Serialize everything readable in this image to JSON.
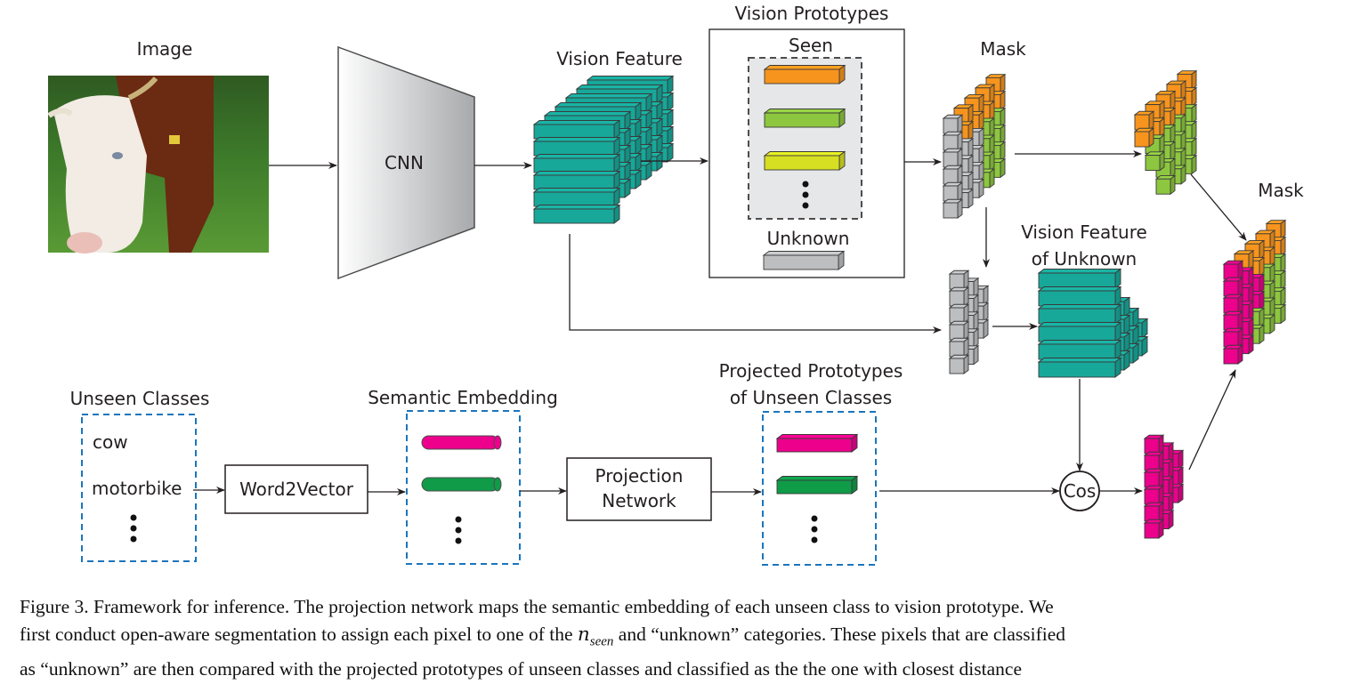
{
  "figure": {
    "labels": {
      "image": "Image",
      "cnn": "CNN",
      "vision_feature": "Vision Feature",
      "vision_prototypes": "Vision Prototypes",
      "seen": "Seen",
      "unknown": "Unknown",
      "mask_top": "Mask",
      "mask_final": "Mask",
      "vision_feature_unknown_1": "Vision Feature",
      "vision_feature_unknown_2": "of Unknown",
      "unseen_classes": "Unseen Classes",
      "semantic_embedding": "Semantic Embedding",
      "projected_prototypes_1": "Projected Prototypes",
      "projected_prototypes_2": "of Unseen Classes",
      "word2vector": "Word2Vector",
      "projection_network_1": "Projection",
      "projection_network_2": "Network",
      "cos": "Cos"
    },
    "unseen_class_items": [
      "cow",
      "motorbike"
    ],
    "colors": {
      "teal": "#17a89a",
      "orange": "#f7941d",
      "green": "#8dc63f",
      "yellow": "#d7df23",
      "gray": "#bcbec0",
      "magenta": "#ec008c",
      "dark_green": "#0f9b48",
      "dashed_blue": "#1b75bc"
    }
  },
  "caption": {
    "line1": "Figure 3. Framework for inference. The projection network maps the semantic embedding of each unseen class to vision prototype. We",
    "line2_a": "first conduct open-aware segmentation to assign each pixel to one of the ",
    "line2_var": "n",
    "line2_sub": "seen",
    "line2_b": " and “unknown” categories. These pixels that are classified",
    "line3": "as “unknown” are then compared with the projected prototypes of unseen classes and classified as the the one with closest distance"
  }
}
